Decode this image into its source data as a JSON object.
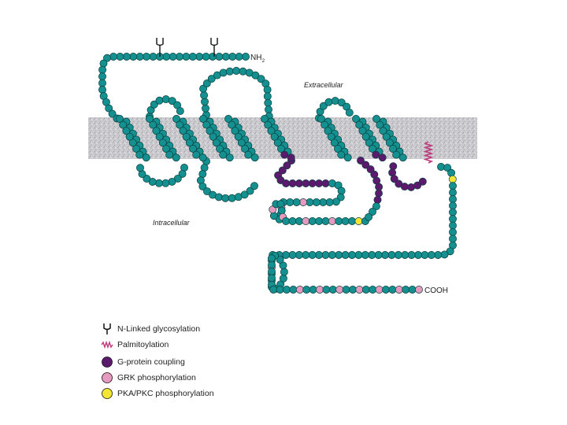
{
  "labels": {
    "n_terminus": "NH",
    "n_terminus_sub": "2",
    "c_terminus": "COOH",
    "extracellular": "Extracellular",
    "intracellular": "Intracellular"
  },
  "legend": [
    {
      "icon": "glycosylation-icon",
      "text": "N-Linked glycosylation"
    },
    {
      "icon": "palmitoylation-icon",
      "text": "Palmitoylation"
    },
    {
      "icon": "g-protein-dot-icon",
      "text": "G-protein coupling",
      "color": "#5b1a6e"
    },
    {
      "icon": "grk-dot-icon",
      "text": "GRK phosphorylation",
      "color": "#e79ac0"
    },
    {
      "icon": "pka-pkc-dot-icon",
      "text": "PKA/PKC phosphorylation",
      "color": "#f3e533"
    }
  ],
  "colors": {
    "residue": "#13908f",
    "residue_outline": "#0b3d3c",
    "g_protein": "#5b1a6e",
    "grk": "#e79ac0",
    "pka_pkc": "#f3e533",
    "palmitoyl": "#c0397c",
    "membrane": "#c9c9ce"
  }
}
